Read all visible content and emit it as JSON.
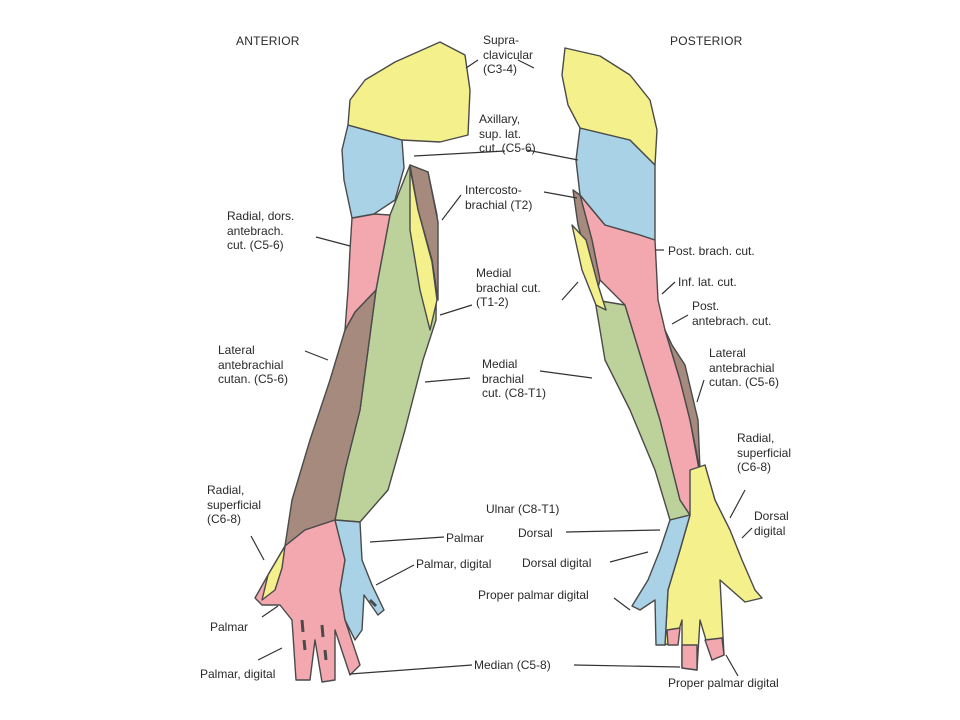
{
  "diagram": {
    "anterior_heading": "ANTERIOR",
    "posterior_heading": "POSTERIOR",
    "colors": {
      "supraclavicular": "#f4f08c",
      "axillary": "#a9d2e6",
      "radial": "#f3a8b0",
      "lateral_antebrachial": "#a58a7d",
      "medial": "#bdd19a",
      "outline": "#4a4a4a"
    },
    "labels": {
      "supraclavicular": "Supra-\nclavicular\n(C3-4)",
      "axillary": "Axillary,\nsup. lat.\ncut. (C5-6)",
      "intercostobrachial": "Intercosto-\nbrachial (T2)",
      "radial_dors_antebrach": "Radial, dors.\nantebrach.\ncut. (C5-6)",
      "medial_brachial_cut": "Medial\nbrachial cut.\n(T1-2)",
      "post_brach_cut": "Post. brach. cut.",
      "inf_lat_cut": "Inf. lat. cut.",
      "post_antebrach_cut": "Post.\nantebrach. cut.",
      "lateral_antebrachial_ant": "Lateral\nantebrachial\ncutan. (C5-6)",
      "medial_brachial_cut_c8": "Medial\nbrachial\ncut. (C8-T1)",
      "lateral_antebrachial_post": "Lateral\nantebrachial\ncutan. (C5-6)",
      "radial_superficial_post": "Radial,\nsuperficial\n(C6-8)",
      "radial_superficial_ant": "Radial,\nsuperficial\n(C6-8)",
      "ulnar": "Ulnar (C8-T1)",
      "palmar_ulnar": "Palmar",
      "dorsal": "Dorsal",
      "dorsal_digital_post": "Dorsal\ndigital",
      "palmar_digital_ulnar": "Palmar, digital",
      "dorsal_digital_ulnar": "Dorsal digital",
      "proper_palmar_digital_center": "Proper palmar digital",
      "palmar_median": "Palmar",
      "palmar_digital_median": "Palmar, digital",
      "median": "Median (C5-8)",
      "proper_palmar_digital_bottom": "Proper palmar digital"
    }
  }
}
